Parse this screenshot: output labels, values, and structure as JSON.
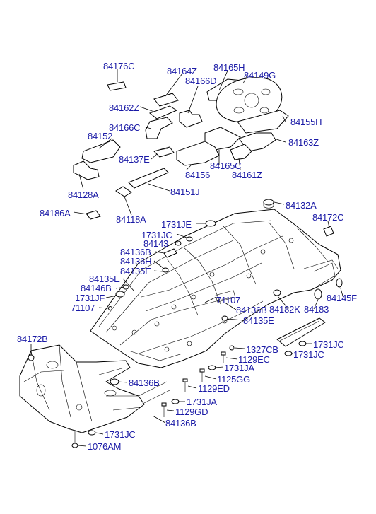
{
  "labels": [
    {
      "id": "84176C",
      "text": "84176C"
    },
    {
      "id": "84164Z",
      "text": "84164Z"
    },
    {
      "id": "84165H",
      "text": "84165H"
    },
    {
      "id": "84149G",
      "text": "84149G"
    },
    {
      "id": "84166D",
      "text": "84166D"
    },
    {
      "id": "84162Z",
      "text": "84162Z"
    },
    {
      "id": "84155H",
      "text": "84155H"
    },
    {
      "id": "84166C",
      "text": "84166C"
    },
    {
      "id": "84152",
      "text": "84152"
    },
    {
      "id": "84163Z",
      "text": "84163Z"
    },
    {
      "id": "84137E",
      "text": "84137E"
    },
    {
      "id": "84165C",
      "text": "84165C"
    },
    {
      "id": "84156",
      "text": "84156"
    },
    {
      "id": "84161Z",
      "text": "84161Z"
    },
    {
      "id": "84128A",
      "text": "84128A"
    },
    {
      "id": "84151J",
      "text": "84151J"
    },
    {
      "id": "84186A",
      "text": "84186A"
    },
    {
      "id": "84118A",
      "text": "84118A"
    },
    {
      "id": "84132A",
      "text": "84132A"
    },
    {
      "id": "84172C",
      "text": "84172C"
    },
    {
      "id": "1731JE",
      "text": "1731JE"
    },
    {
      "id": "1731JC_a",
      "text": "1731JC"
    },
    {
      "id": "84143",
      "text": "84143"
    },
    {
      "id": "84136B_a",
      "text": "84136B"
    },
    {
      "id": "84136H",
      "text": "84136H"
    },
    {
      "id": "84135E_a",
      "text": "84135E"
    },
    {
      "id": "84135E_b",
      "text": "84135E"
    },
    {
      "id": "84146B",
      "text": "84146B"
    },
    {
      "id": "1731JF",
      "text": "1731JF"
    },
    {
      "id": "71107_a",
      "text": "71107"
    },
    {
      "id": "71107_b",
      "text": "71107"
    },
    {
      "id": "84136B_b",
      "text": "84136B"
    },
    {
      "id": "84182K",
      "text": "84182K"
    },
    {
      "id": "84183",
      "text": "84183"
    },
    {
      "id": "84145F",
      "text": "84145F"
    },
    {
      "id": "84135E_c",
      "text": "84135E"
    },
    {
      "id": "84172B",
      "text": "84172B"
    },
    {
      "id": "1327CB",
      "text": "1327CB"
    },
    {
      "id": "1731JC_b",
      "text": "1731JC"
    },
    {
      "id": "1129EC",
      "text": "1129EC"
    },
    {
      "id": "1731JC_c",
      "text": "1731JC"
    },
    {
      "id": "1731JA_a",
      "text": "1731JA"
    },
    {
      "id": "1125GG",
      "text": "1125GG"
    },
    {
      "id": "84136B_c",
      "text": "84136B"
    },
    {
      "id": "1129ED",
      "text": "1129ED"
    },
    {
      "id": "1731JA_b",
      "text": "1731JA"
    },
    {
      "id": "1129GD",
      "text": "1129GD"
    },
    {
      "id": "84136B_d",
      "text": "84136B"
    },
    {
      "id": "1731JC_d",
      "text": "1731JC"
    },
    {
      "id": "1076AM",
      "text": "1076AM"
    }
  ],
  "colors": {
    "label": "#1a1aa6",
    "line": "#000000",
    "background": "#ffffff"
  }
}
